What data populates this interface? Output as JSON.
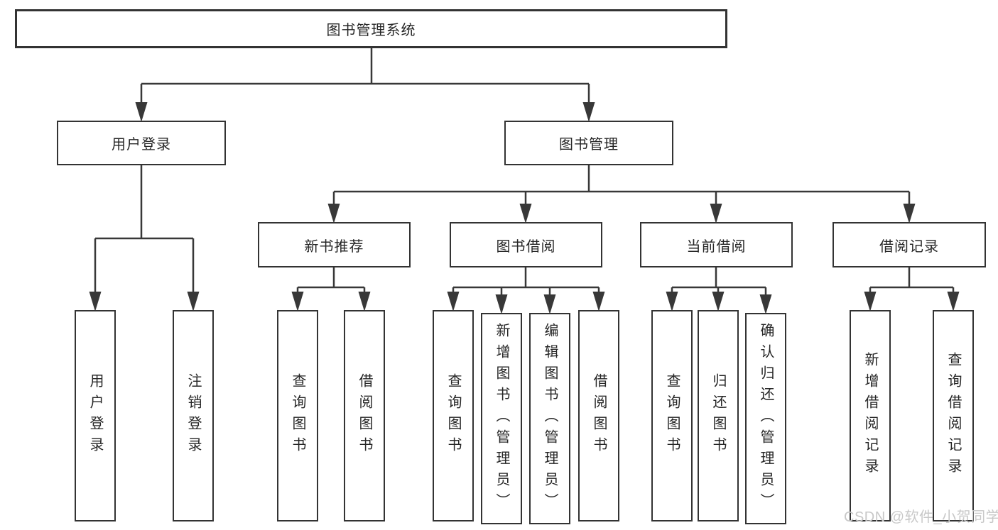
{
  "diagram": {
    "title": "图书管理系统",
    "branches": {
      "user_login": {
        "label": "用户登录",
        "children": [
          "用户登录",
          "注销登录"
        ]
      },
      "book_management": {
        "label": "图书管理",
        "sections": [
          {
            "label": "新书推荐",
            "children": [
              "查询图书",
              "借阅图书"
            ]
          },
          {
            "label": "图书借阅",
            "children": [
              "查询图书",
              "新增图书（管理员）",
              "编辑图书（管理员）",
              "借阅图书"
            ]
          },
          {
            "label": "当前借阅",
            "children": [
              "查询图书",
              "归还图书",
              "确认归还（管理员）"
            ]
          },
          {
            "label": "借阅记录",
            "children": [
              "新增借阅记录",
              "查询借阅记录"
            ]
          }
        ]
      }
    },
    "watermark": "CSDN @软件_小贺同学"
  },
  "colors": {
    "line": "#383838",
    "border": "#333333",
    "text": "#262626",
    "watermark": "#c8c8c8",
    "background": "#ffffff"
  }
}
